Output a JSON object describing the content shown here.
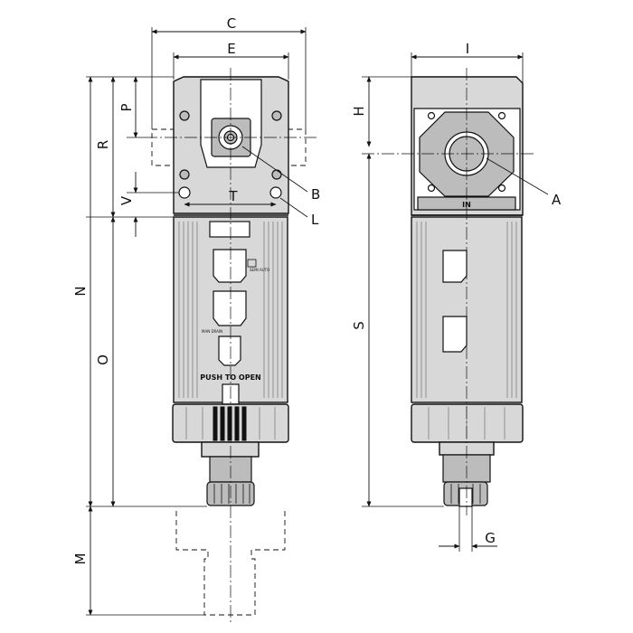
{
  "dimensions": {
    "C": "C",
    "E": "E",
    "P": "P",
    "R": "R",
    "T": "T",
    "V": "V",
    "N": "N",
    "O": "O",
    "M": "M",
    "I": "I",
    "H": "H",
    "S": "S",
    "G": "G"
  },
  "callouts": {
    "B": "B",
    "L": "L",
    "A": "A"
  },
  "texts": {
    "push_to_open": "PUSH TO OPEN",
    "port_in": "IN",
    "manual_drain": "MAN DRAIN",
    "semi_auto": "SEMI AUTO"
  }
}
